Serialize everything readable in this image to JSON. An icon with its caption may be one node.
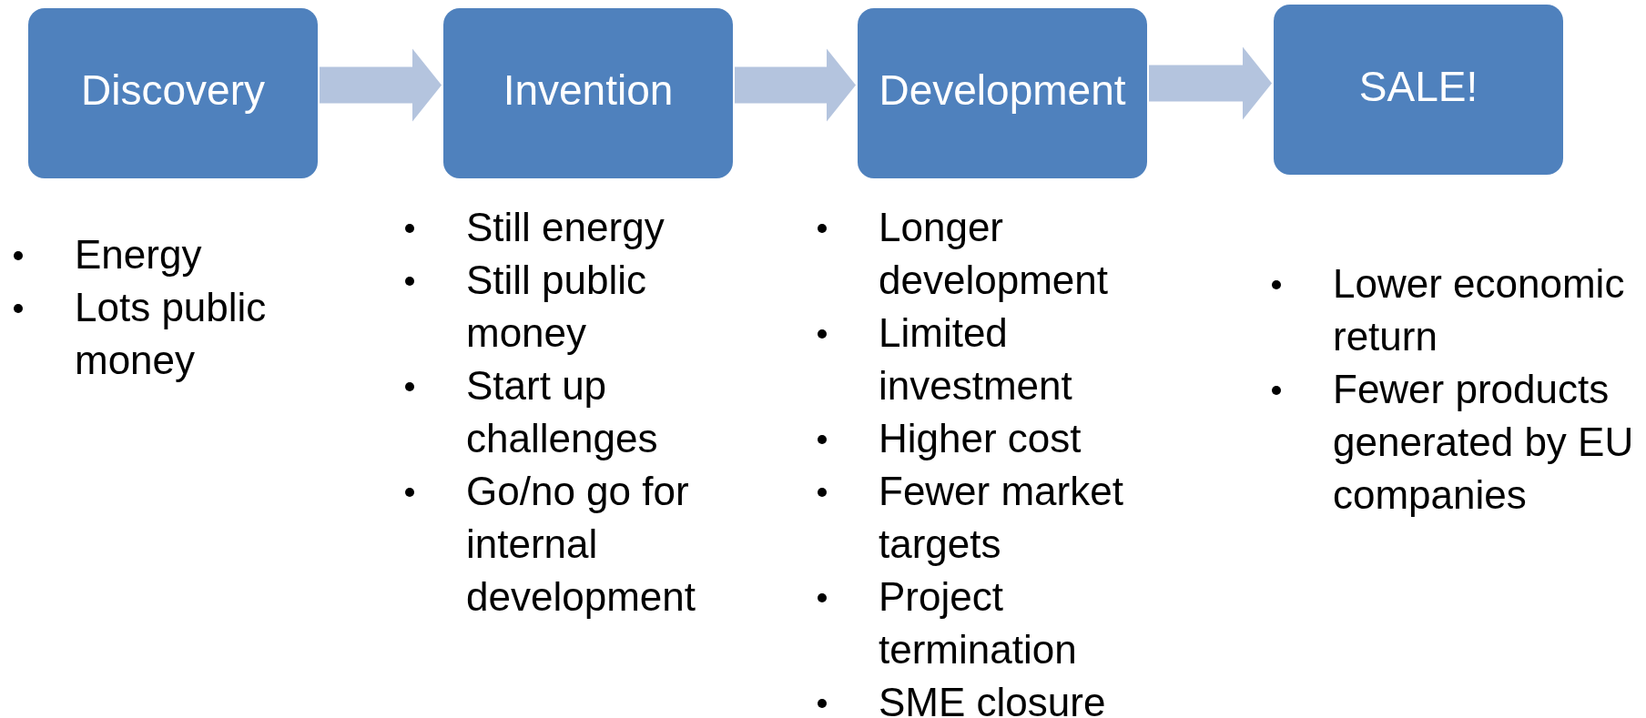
{
  "diagram": {
    "nodes": [
      {
        "text": [
          "Discovery"
        ],
        "beside": [
          "Energy",
          "Lots public money"
        ]
      },
      {
        "text": [
          "Invention"
        ],
        "beside": [
          "Still energy",
          "Still public money",
          "Start up challenges",
          "Go/no go for internal development"
        ]
      },
      {
        "text": [
          "Development"
        ],
        "beside": [
          "Longer development",
          "Limited investment",
          "Higher cost",
          "Fewer market targets",
          "Project termination",
          "SME closure"
        ]
      },
      {
        "text": [
          "SALE!"
        ],
        "beside": [
          "Lower economic return",
          "Fewer products generated by EU companies"
        ]
      }
    ],
    "edges": [
      {
        "from": 0,
        "to": 1,
        "arrow": "to"
      },
      {
        "from": 1,
        "to": 2,
        "arrow": "to"
      },
      {
        "from": 2,
        "to": 3,
        "arrow": "to"
      }
    ]
  }
}
